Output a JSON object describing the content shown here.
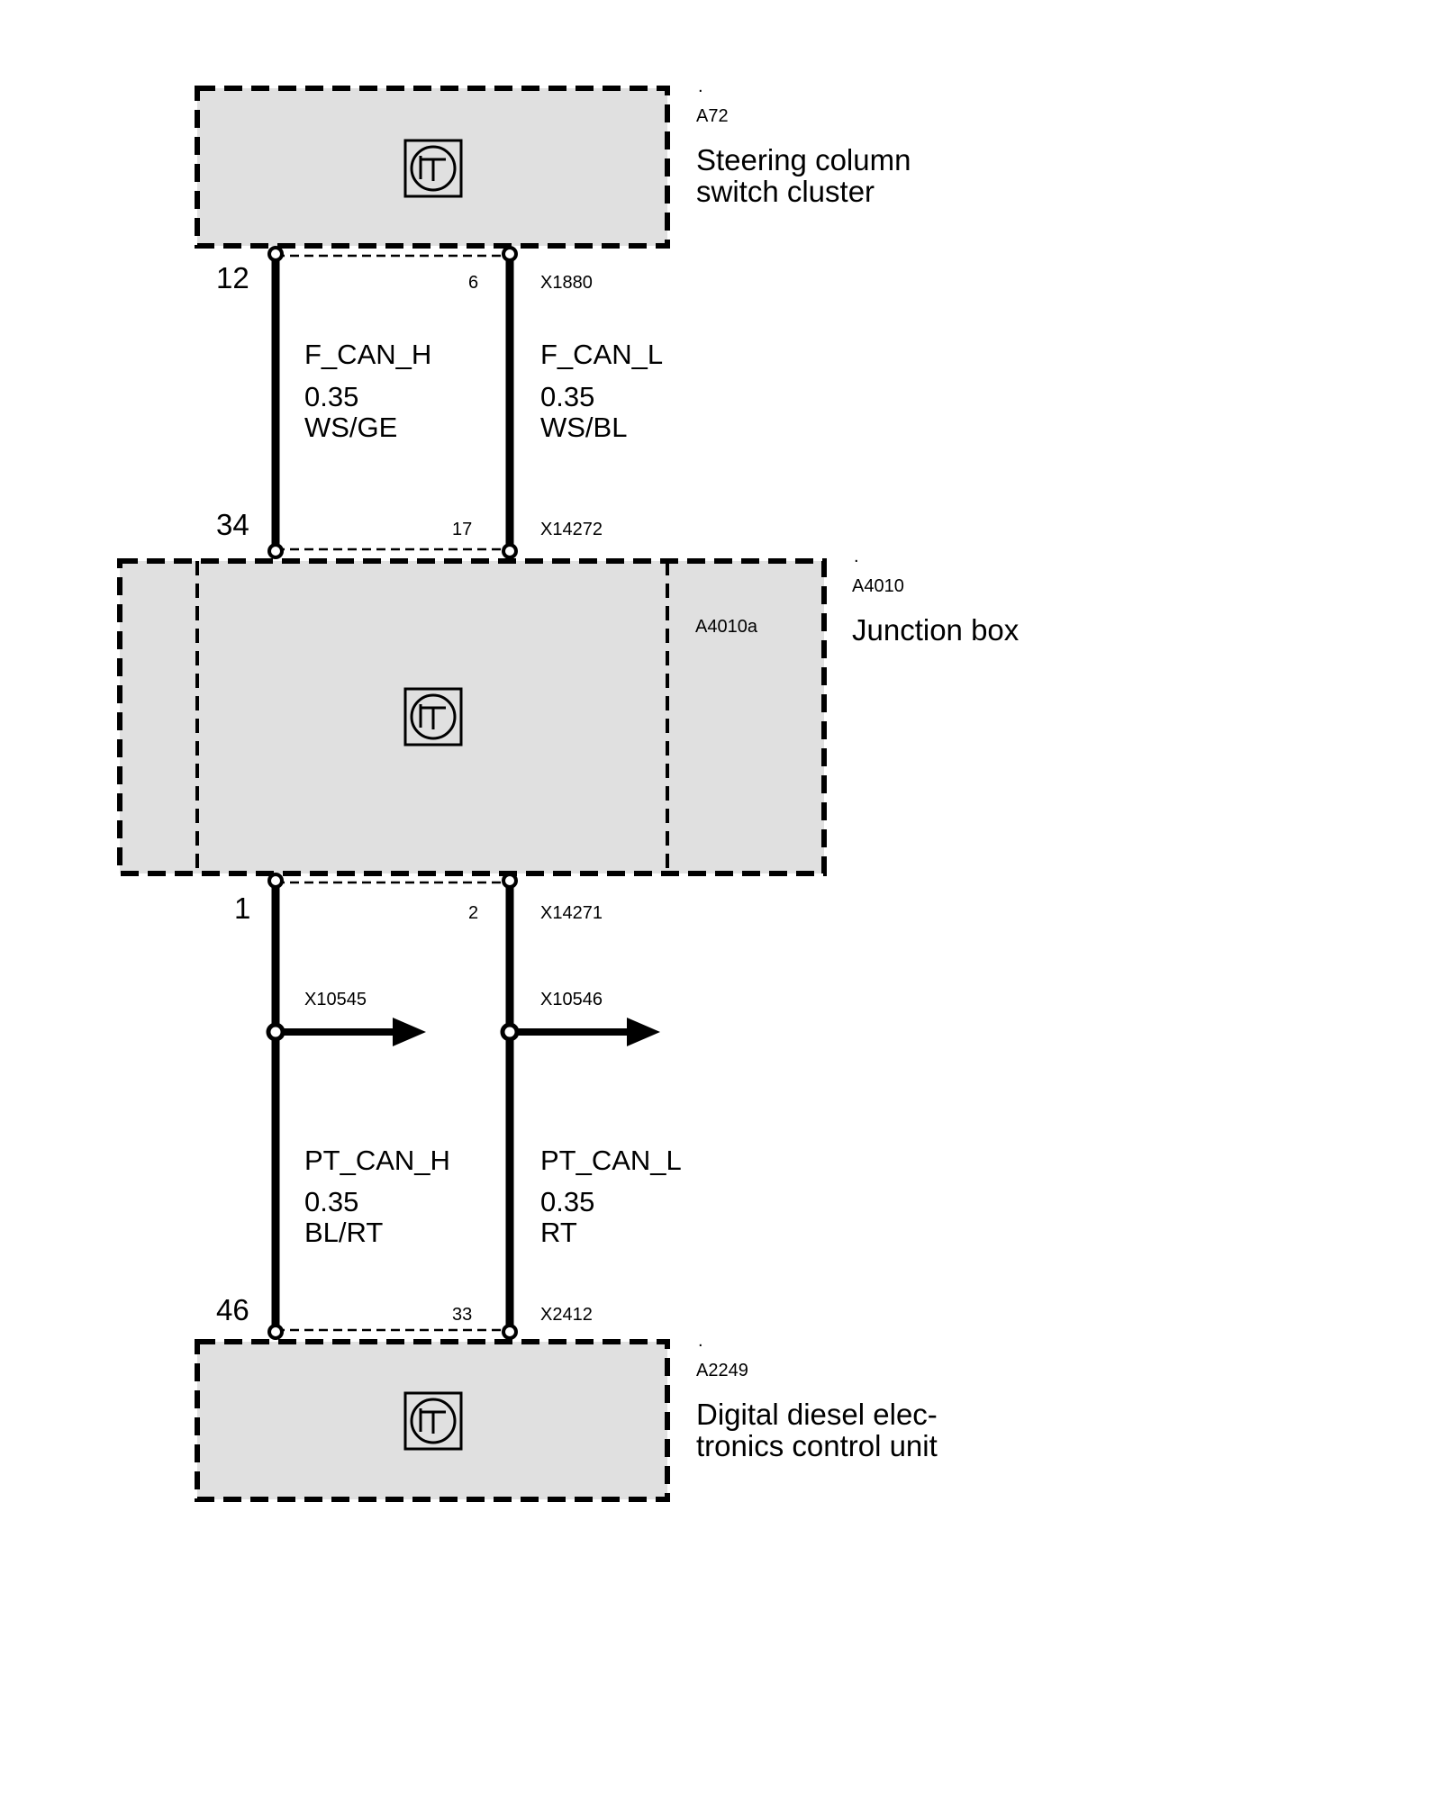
{
  "components": {
    "a72": {
      "dot": ".",
      "id": "A72",
      "name_line1": "Steering column",
      "name_line2": "switch cluster",
      "icon": "transistor-icon"
    },
    "a4010": {
      "dot": ".",
      "id": "A4010",
      "sub_id": "A4010a",
      "name": "Junction box",
      "icon": "transistor-icon"
    },
    "a2249": {
      "dot": ".",
      "id": "A2249",
      "name_line1": "Digital diesel elec-",
      "name_line2": "tronics control unit",
      "icon": "transistor-icon"
    }
  },
  "connectors": {
    "x1880": {
      "id": "X1880",
      "pin_left": "12",
      "pin_right": "6"
    },
    "x14272": {
      "id": "X14272",
      "pin_left": "34",
      "pin_right": "17"
    },
    "x14271": {
      "id": "X14271",
      "pin_left": "1",
      "pin_right": "2"
    },
    "x2412": {
      "id": "X2412",
      "pin_left": "46",
      "pin_right": "33"
    }
  },
  "splices": {
    "left": {
      "id": "X10545"
    },
    "right": {
      "id": "X10546"
    }
  },
  "wires": {
    "f_can_h": {
      "signal": "F_CAN_H",
      "size": "0.35",
      "color": "WS/GE"
    },
    "f_can_l": {
      "signal": "F_CAN_L",
      "size": "0.35",
      "color": "WS/BL"
    },
    "pt_can_h": {
      "signal": "PT_CAN_H",
      "size": "0.35",
      "color": "BL/RT"
    },
    "pt_can_l": {
      "signal": "PT_CAN_L",
      "size": "0.35",
      "color": "RT"
    }
  },
  "colors": {
    "box_fill": "#e0e0e0",
    "line": "#000000"
  }
}
